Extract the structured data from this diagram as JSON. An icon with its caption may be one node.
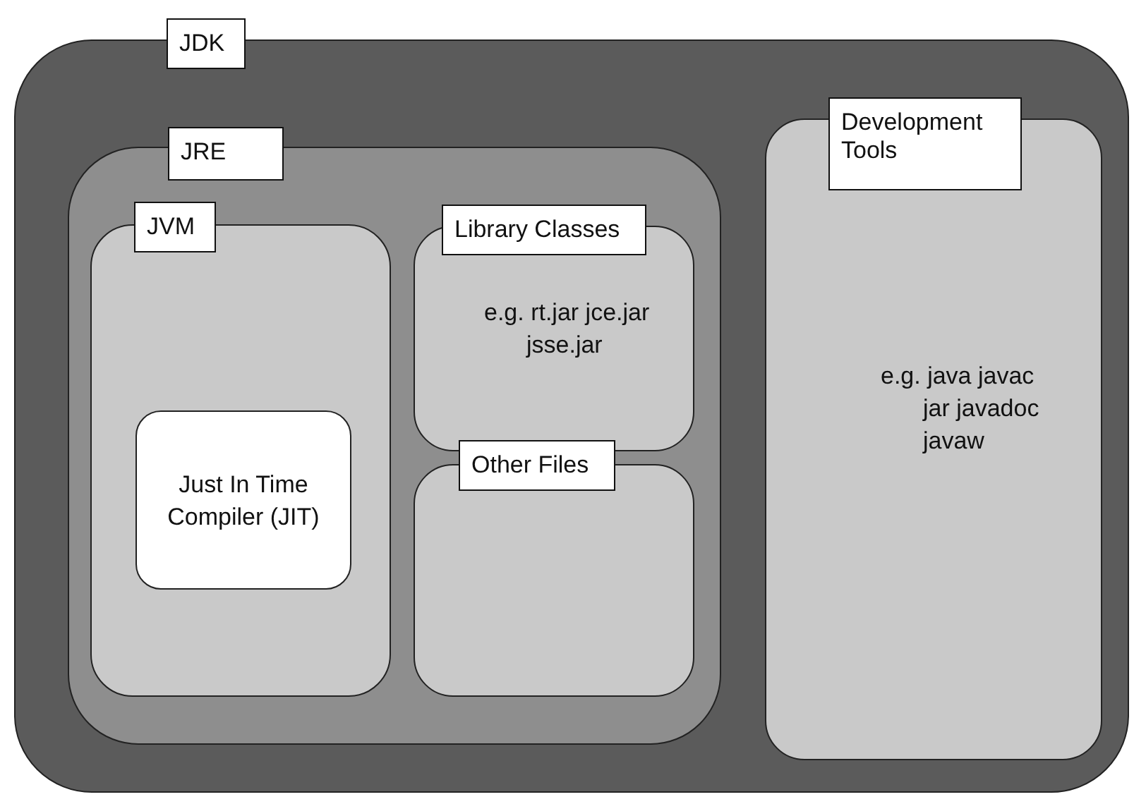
{
  "diagram": {
    "nodes": [
      {
        "text": [
          "JDK"
        ]
      },
      {
        "text": [
          "JRE"
        ],
        "in": 0
      },
      {
        "text": [
          "JVM"
        ],
        "in": 1
      },
      {
        "text": [
          "Just In Time Compiler (JIT)"
        ],
        "in": 2
      },
      {
        "text": [
          "Library Classes",
          "e.g. rt.jar jce.jar jsse.jar"
        ],
        "in": 1
      },
      {
        "text": [
          "Other Files"
        ],
        "in": 1
      },
      {
        "text": [
          "Development Tools",
          "e.g. java javac jar javadoc javaw"
        ],
        "in": 0
      }
    ]
  }
}
